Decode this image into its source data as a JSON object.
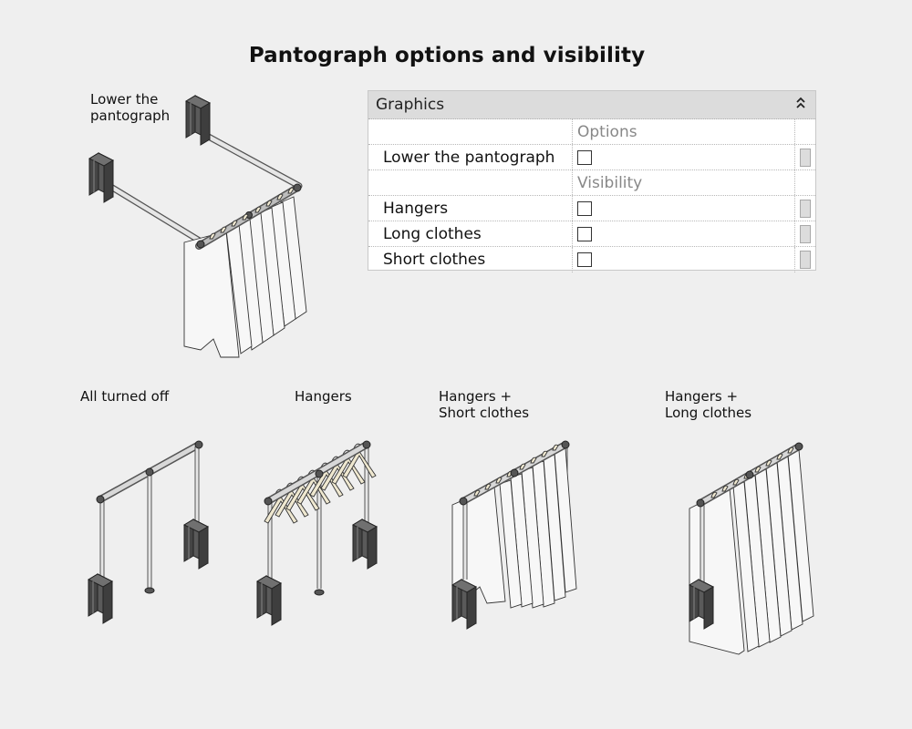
{
  "title": "Pantograph options and visibility",
  "captions": {
    "lower": "Lower the\npantograph",
    "off": "All turned off",
    "hangers": "Hangers",
    "short": "Hangers +\nShort clothes",
    "long": "Hangers +\nLong clothes"
  },
  "panel": {
    "header": "Graphics",
    "groups": {
      "options": "Options",
      "visibility": "Visibility"
    },
    "rows": {
      "lower": {
        "label": "Lower the pantograph",
        "checked": false
      },
      "hangers": {
        "label": "Hangers",
        "checked": false
      },
      "long": {
        "label": "Long clothes",
        "checked": false
      },
      "short": {
        "label": "Short clothes",
        "checked": false
      }
    }
  },
  "colors": {
    "background": "#efefef",
    "bracket": "#555555",
    "rail": "#e6e6e6",
    "hanger": "#efe8d0",
    "cloth": "#f7f7f7"
  }
}
